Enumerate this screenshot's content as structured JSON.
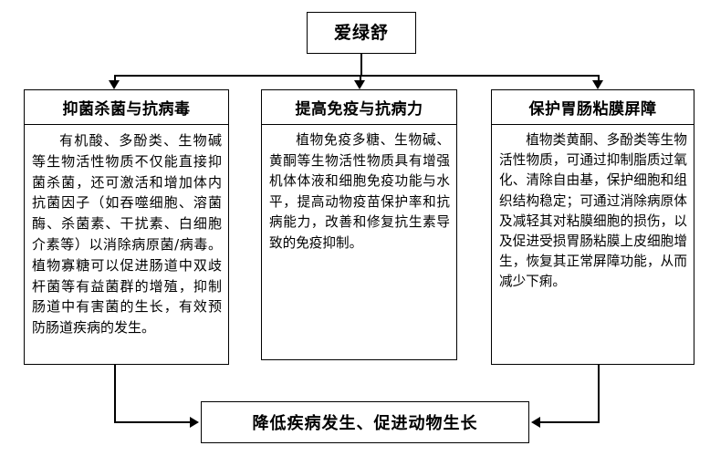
{
  "diagram": {
    "type": "flowchart",
    "root": {
      "label": "爱绿舒"
    },
    "branches": [
      {
        "id": "antibacterial-antiviral",
        "header": "抑菌杀菌与抗病毒",
        "body": "有机酸、多酚类、生物碱等生物活性物质不仅能直接抑菌杀菌，还可激活和增加体内抗菌因子（如吞噬细胞、溶菌酶、杀菌素、干扰素、白细胞介素等）以消除病原菌/病毒。植物寡糖可以促进肠道中双歧杆菌等有益菌群的增殖，抑制肠道中有害菌的生长，有效预防肠道疾病的发生。"
      },
      {
        "id": "immunity-disease-resistance",
        "header": "提高免疫与抗病力",
        "body": "植物免疫多糖、生物碱、黄酮等生物活性物质具有增强机体体液和细胞免疫功能与水平，提高动物疫苗保护率和抗病能力，改善和修复抗生素导致的免疫抑制。"
      },
      {
        "id": "gut-mucosal-barrier",
        "header": "保护胃肠粘膜屏障",
        "body": "植物类黄酮、多酚类等生物活性物质，可通过抑制脂质过氧化、清除自由基，保护细胞和组织结构稳定；可通过消除病原体及减轻其对粘膜细胞的损伤，以及促进受损胃肠粘膜上皮细胞增生，恢复其正常屏障功能，从而减少下痢。"
      }
    ],
    "result": {
      "label": "降低疾病发生、促进动物生长"
    },
    "colors": {
      "stroke": "#000000",
      "fill": "#ffffff",
      "text": "#000000"
    }
  }
}
